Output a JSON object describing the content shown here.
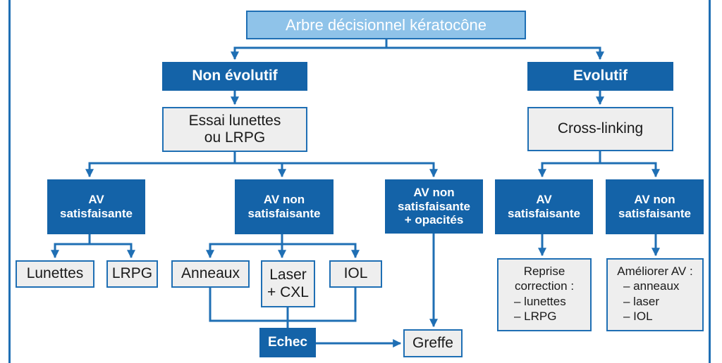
{
  "title": "Arbre décisionnel kératocône",
  "branches": {
    "non_evolutif": {
      "label": "Non évolutif",
      "step": [
        "Essai lunettes",
        "ou LRPG"
      ],
      "outcomes": [
        {
          "lines": [
            "AV",
            "satisfaisante"
          ],
          "options": [
            "Lunettes",
            "LRPG"
          ]
        },
        {
          "lines": [
            "AV non",
            "satisfaisante"
          ],
          "options": [
            "Anneaux",
            "Laser",
            "+ CXL",
            "IOL"
          ]
        },
        {
          "lines": [
            "AV non",
            "satisfaisante",
            "+ opacités"
          ]
        }
      ],
      "echec": "Echec",
      "greffe": "Greffe"
    },
    "evolutif": {
      "label": "Evolutif",
      "step": "Cross-linking",
      "outcomes": [
        {
          "lines": [
            "AV",
            "satisfaisante"
          ],
          "result_head": [
            "Reprise",
            "correction :"
          ],
          "result_items": [
            "– lunettes",
            "– LRPG"
          ]
        },
        {
          "lines": [
            "AV non",
            "satisfaisante"
          ],
          "result_head": [
            "Améliorer AV :"
          ],
          "result_items": [
            "– anneaux",
            "– laser",
            "– IOL"
          ]
        }
      ]
    }
  },
  "colors": {
    "primary": "#1463a8",
    "line": "#1f6fb4",
    "title_bg": "#8fc3e9",
    "box_bg": "#eeeeee"
  }
}
